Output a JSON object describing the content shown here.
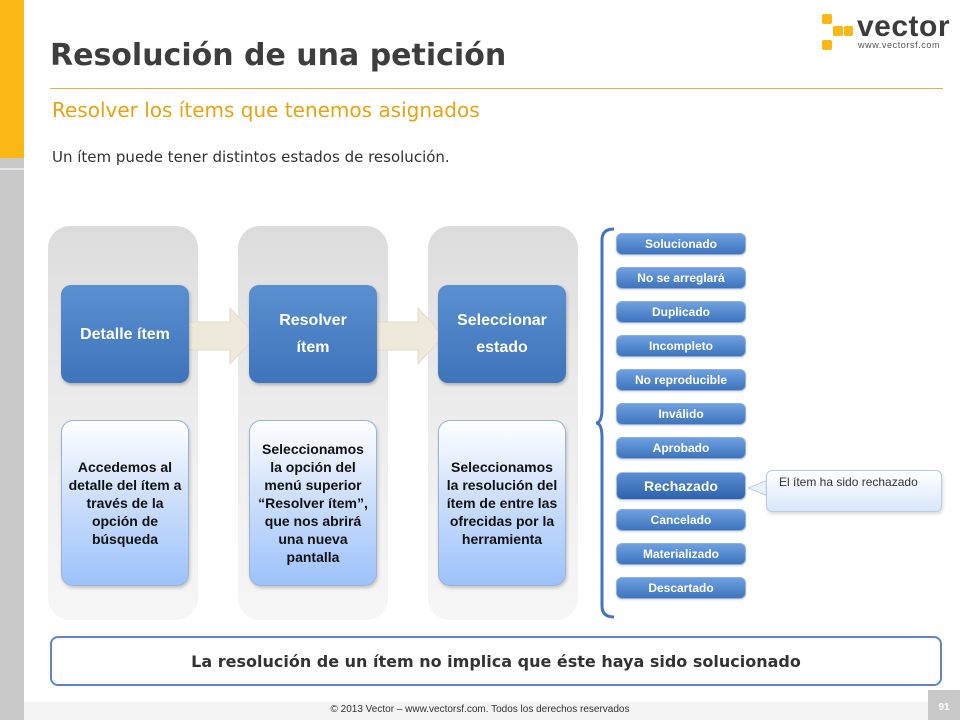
{
  "header": {
    "title": "Resolución de una petición",
    "subtitle": "Resolver los ítems que tenemos asignados",
    "intro": "Un ítem puede tener distintos estados de resolución."
  },
  "logo": {
    "word": "vector",
    "url": "www.vectorsf.com",
    "brand_color": "#fbb713"
  },
  "steps": [
    {
      "title": "Detalle ítem",
      "description": "Accedemos al detalle del ítem a través de la opción de búsqueda"
    },
    {
      "title": "Resolver ítem",
      "description": "Seleccionamos la opción del menú superior “Resolver ítem”, que nos abrirá una nueva pantalla"
    },
    {
      "title": "Seleccionar estado",
      "description": "Seleccionamos la resolución del ítem de entre las ofrecidas por la herramienta"
    }
  ],
  "statuses": [
    "Solucionado",
    "No se arreglará",
    "Duplicado",
    "Incompleto",
    "No reproducible",
    "Inválido",
    "Aprobado",
    "Rechazado",
    "Cancelado",
    "Materializado",
    "Descartado"
  ],
  "selected_status": "Rechazado",
  "callout": "El ítem ha sido rechazado",
  "conclusion": "La resolución de un ítem no implica que éste haya sido solucionado",
  "footer": {
    "copyright": "© 2013 Vector – www.vectorsf.com. Todos los derechos reservados",
    "page_number": "91"
  },
  "colors": {
    "accent": "#e6a411",
    "primary_blue": "#3f74bb",
    "gray": "#c8c8c8"
  }
}
